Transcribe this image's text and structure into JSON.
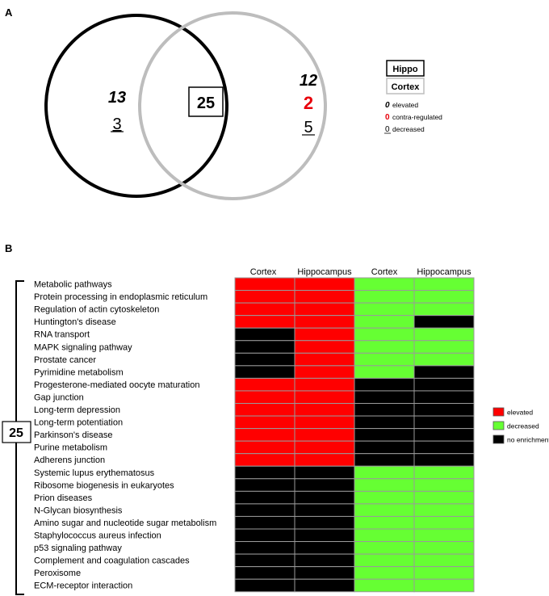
{
  "panel_a": {
    "letter": "A",
    "left_only": {
      "elevated": "13",
      "decreased": "3"
    },
    "overlap": "25",
    "right_only": {
      "elevated": "12",
      "contra_regulated": "2",
      "decreased": "5"
    },
    "set_labels": {
      "hippo": "Hippo",
      "cortex": "Cortex"
    },
    "legend": [
      {
        "symbol": "0",
        "style": "bold-italic",
        "label": "elevated"
      },
      {
        "symbol": "0",
        "style": "red",
        "label": "contra-regulated"
      },
      {
        "symbol": "0",
        "style": "underline",
        "label": "decreased"
      }
    ],
    "colors": {
      "hippo_circle": "#000000",
      "cortex_circle": "#bdbdbd",
      "contra": "#e8000b"
    }
  },
  "panel_b": {
    "letter": "B",
    "group_count": "25",
    "legend": [
      {
        "key": "E",
        "label": "elevated",
        "color": "#ff0000"
      },
      {
        "key": "D",
        "label": "decreased",
        "color": "#66ff33"
      },
      {
        "key": "N",
        "label": "no enrichment",
        "color": "#000000"
      }
    ]
  },
  "chart_data": {
    "type": "heatmap",
    "columns": [
      "Cortex",
      "Hippocampus",
      "Cortex",
      "Hippocampus"
    ],
    "rows": [
      "Metabolic pathways",
      "Protein processing in endoplasmic reticulum",
      "Regulation of actin cytoskeleton",
      "Huntington's disease",
      "RNA transport",
      "MAPK signaling pathway",
      "Prostate cancer",
      "Pyrimidine metabolism",
      "Progesterone-mediated oocyte maturation",
      "Gap junction",
      "Long-term depression",
      "Long-term potentiation",
      "Parkinson's disease",
      "Purine metabolism",
      "Adherens junction",
      "Systemic lupus erythematosus",
      "Ribosome biogenesis in eukaryotes",
      "Prion diseases",
      "N-Glycan biosynthesis",
      "Amino sugar and nucleotide sugar metabolism",
      "Staphylococcus aureus infection",
      "p53 signaling pathway",
      "Complement and coagulation cascades",
      "Peroxisome",
      "ECM-receptor interaction"
    ],
    "values": [
      [
        "E",
        "E",
        "D",
        "D"
      ],
      [
        "E",
        "E",
        "D",
        "D"
      ],
      [
        "E",
        "E",
        "D",
        "D"
      ],
      [
        "E",
        "E",
        "D",
        "N"
      ],
      [
        "N",
        "E",
        "D",
        "D"
      ],
      [
        "N",
        "E",
        "D",
        "D"
      ],
      [
        "N",
        "E",
        "D",
        "D"
      ],
      [
        "N",
        "E",
        "D",
        "N"
      ],
      [
        "E",
        "E",
        "N",
        "N"
      ],
      [
        "E",
        "E",
        "N",
        "N"
      ],
      [
        "E",
        "E",
        "N",
        "N"
      ],
      [
        "E",
        "E",
        "N",
        "N"
      ],
      [
        "E",
        "E",
        "N",
        "N"
      ],
      [
        "E",
        "E",
        "N",
        "N"
      ],
      [
        "E",
        "E",
        "N",
        "N"
      ],
      [
        "N",
        "N",
        "D",
        "D"
      ],
      [
        "N",
        "N",
        "D",
        "D"
      ],
      [
        "N",
        "N",
        "D",
        "D"
      ],
      [
        "N",
        "N",
        "D",
        "D"
      ],
      [
        "N",
        "N",
        "D",
        "D"
      ],
      [
        "N",
        "N",
        "D",
        "D"
      ],
      [
        "N",
        "N",
        "D",
        "D"
      ],
      [
        "N",
        "N",
        "D",
        "D"
      ],
      [
        "N",
        "N",
        "D",
        "D"
      ],
      [
        "N",
        "N",
        "D",
        "D"
      ]
    ]
  }
}
